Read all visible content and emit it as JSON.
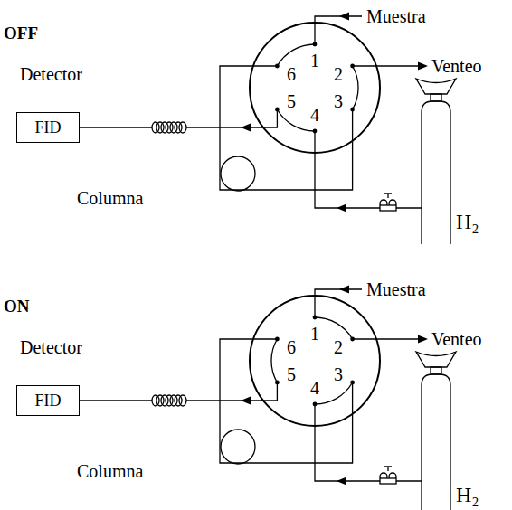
{
  "diagram": {
    "nodes": [
      {
        "text": [
          "FID"
        ]
      },
      {
        "text": [
          "FID"
        ]
      }
    ],
    "labels": [
      "OFF",
      "Detector",
      "Muestra",
      "6",
      "1",
      "2",
      "Venteo",
      "5",
      "3",
      "4",
      "Columna",
      "H₂",
      "ON",
      "Detector",
      "Muestra",
      "6",
      "1",
      "2",
      "Venteo",
      "5",
      "3",
      "4",
      "Columna",
      "H₂"
    ]
  }
}
